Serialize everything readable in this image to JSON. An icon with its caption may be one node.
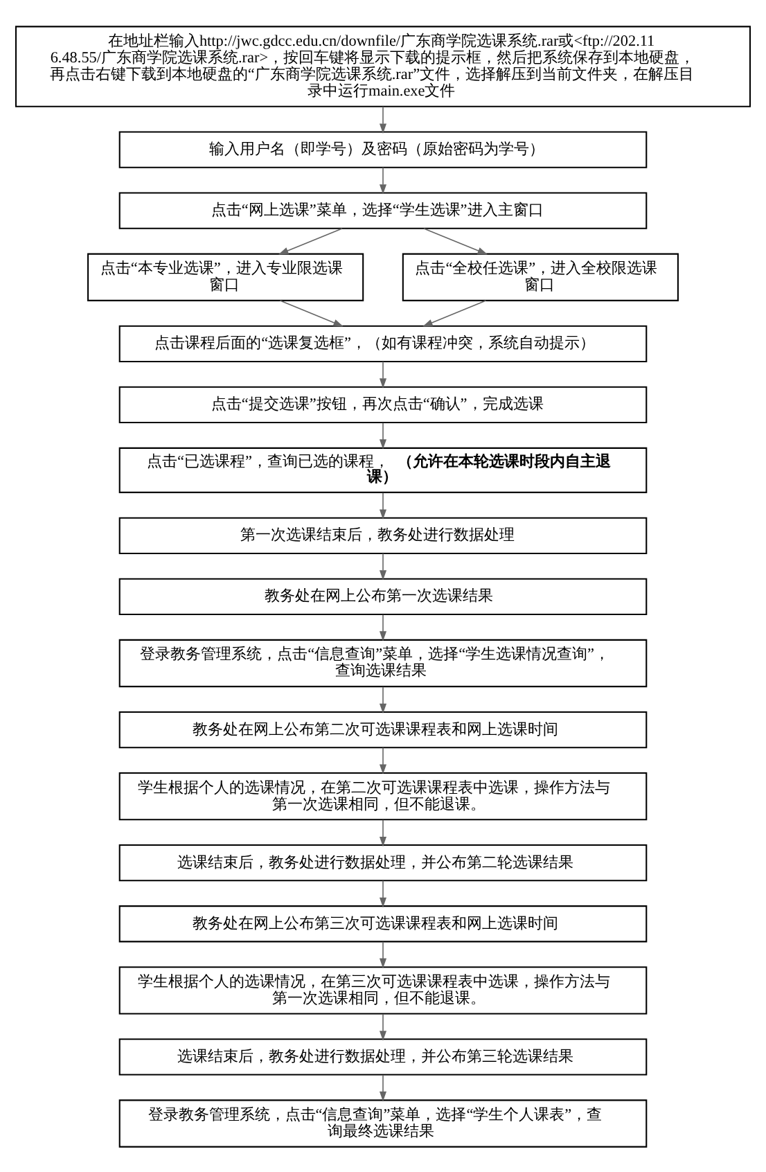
{
  "diagram": {
    "nodes": [
      {
        "text": [
          "在地址栏输入http://jwc.gdcc.edu.cn/downfile/广东商学院选课系统.rar或<ftp://202.116.48.55/广东商学院选课系统.rar>，按回车键将显示下载的提示框，然后把系统保存到本地硬盘，再点击右键下载到本地硬盘的“广东商学院选课系统.rar”文件，选择解压到当前文件夹，在解压目录中运行main.exe文件"
        ]
      },
      {
        "text": [
          "输入用户名（即学号）及密码（原始密码为学号）"
        ]
      },
      {
        "text": [
          "点击“网上选课”菜单，选择“学生选课”进入主窗口"
        ]
      },
      {
        "text": [
          "点击“本专业选课”，进入专业限选课窗口"
        ]
      },
      {
        "text": [
          "点击“全校任选课”，进入全校限选课窗口"
        ]
      },
      {
        "text": [
          "点击课程后面的“选课复选框”，（如有课程冲突，系统自动提示）"
        ]
      },
      {
        "text": [
          "点击“提交选课”按钮，再次点击“确认”，完成选课"
        ]
      },
      {
        "text": [
          "点击“已选课程”，查询已选的课程，**（允许在本轮选课时段内自主退课）**"
        ]
      },
      {
        "text": [
          "第一次选课结束后，教务处进行数据处理"
        ]
      },
      {
        "text": [
          "教务处在网上公布第一次选课结果"
        ]
      },
      {
        "text": [
          "登录教务管理系统，点击“信息查询”菜单，选择“学生选课情况查询”，查询选课结果"
        ]
      },
      {
        "text": [
          "教务处在网上公布第二次可选课课程表和网上选课时间"
        ]
      },
      {
        "text": [
          "学生根据个人的选课情况，在第二次可选课课程表中选课，操作方法与第一次选课相同，但不能退课。"
        ]
      },
      {
        "text": [
          "选课结束后，教务处进行数据处理，并公布第二轮选课结果"
        ]
      },
      {
        "text": [
          "教务处在网上公布第三次可选课课程表和网上选课时间"
        ]
      },
      {
        "text": [
          "学生根据个人的选课情况，在第三次可选课课程表中选课，操作方法与第一次选课相同，但不能退课。"
        ]
      },
      {
        "text": [
          "选课结束后，教务处进行数据处理，并公布第三轮选课结果"
        ]
      },
      {
        "text": [
          "登录教务管理系统，点击“信息查询”菜单，选择“学生个人课表”，查询最终选课结果"
        ]
      }
    ],
    "edges": [
      {
        "from": 0,
        "to": 1,
        "arrow": "to"
      },
      {
        "from": 1,
        "to": 2,
        "arrow": "to"
      },
      {
        "from": 2,
        "to": 3,
        "arrow": "to"
      },
      {
        "from": 2,
        "to": 4,
        "arrow": "to"
      },
      {
        "from": 3,
        "to": 5,
        "arrow": "to"
      },
      {
        "from": 4,
        "to": 5,
        "arrow": "to"
      },
      {
        "from": 5,
        "to": 6,
        "arrow": "to"
      },
      {
        "from": 6,
        "to": 7,
        "arrow": "to"
      },
      {
        "from": 7,
        "to": 8,
        "arrow": "to"
      },
      {
        "from": 8,
        "to": 9,
        "arrow": "to"
      },
      {
        "from": 9,
        "to": 10,
        "arrow": "to"
      },
      {
        "from": 10,
        "to": 11,
        "arrow": "to"
      },
      {
        "from": 11,
        "to": 12,
        "arrow": "to"
      },
      {
        "from": 12,
        "to": 13,
        "arrow": "to"
      },
      {
        "from": 13,
        "to": 14,
        "arrow": "to"
      },
      {
        "from": 14,
        "to": 15,
        "arrow": "to"
      },
      {
        "from": 15,
        "to": 16,
        "arrow": "to"
      },
      {
        "from": 16,
        "to": 17,
        "arrow": "to"
      }
    ]
  }
}
